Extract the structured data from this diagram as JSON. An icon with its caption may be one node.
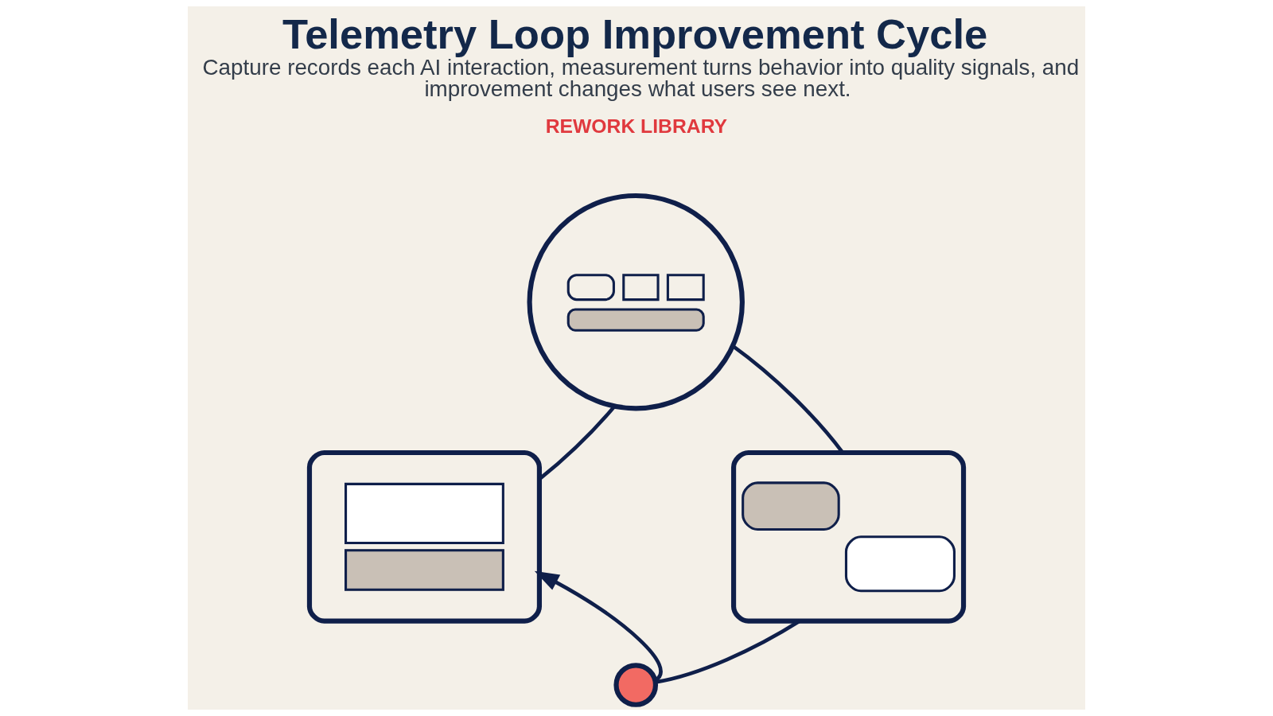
{
  "diagram": {
    "title": "Telemetry Loop Improvement Cycle",
    "caption": "Capture records each AI interaction, measurement turns behavior into quality signals, and improvement changes what users see next.",
    "nodes": [
      {
        "text": [],
        "shape": "picture"
      },
      {
        "text": [],
        "shape": "picture"
      },
      {
        "text": [],
        "shape": "picture"
      },
      {
        "text": [],
        "shape": "circle"
      }
    ],
    "edges": [
      {
        "from": 0,
        "to": 1,
        "arrow": "none"
      },
      {
        "from": 1,
        "to": 2,
        "arrow": "none"
      },
      {
        "from": 2,
        "to": 3,
        "arrow": "none"
      },
      {
        "from": 3,
        "to": 0,
        "arrow": "to"
      }
    ],
    "labels": [
      "REWORK LIBRARY"
    ]
  }
}
